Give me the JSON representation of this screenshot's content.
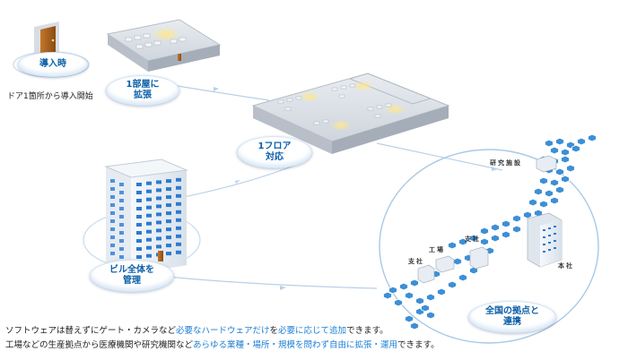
{
  "labels": {
    "intro": "導入時",
    "one_room": "1部屋に\n拡張",
    "one_floor": "1フロア\n対応",
    "whole_building": "ビル全体を\n管理",
    "nationwide": "全国の拠点と\n連携"
  },
  "intro_caption": "ドア1箇所から導入開始",
  "map_sites": {
    "research": "研究施設",
    "factory": "工場",
    "branch_east": "支社",
    "branch_west": "支社",
    "headquarters": "本社"
  },
  "notes": {
    "line1": [
      {
        "text": "ソフトウェアは替えずにゲート・カメラなど",
        "hl": false
      },
      {
        "text": "必要なハードウェアだけ",
        "hl": true
      },
      {
        "text": "を",
        "hl": false
      },
      {
        "text": "必要に応じて追加",
        "hl": true
      },
      {
        "text": "できます。",
        "hl": false
      }
    ],
    "line2": [
      {
        "text": "工場などの生産拠点から医療機関や研究機関など",
        "hl": false
      },
      {
        "text": "あらゆる業種・場所・規模を問わず自由に拡張・運用",
        "hl": true
      },
      {
        "text": "できます。",
        "hl": false
      }
    ]
  },
  "colors": {
    "accent": "#0b5fa8",
    "highlight": "#1e7fd4",
    "hex_tile": "#3d8fd6",
    "ring": "#a9c8e6"
  }
}
